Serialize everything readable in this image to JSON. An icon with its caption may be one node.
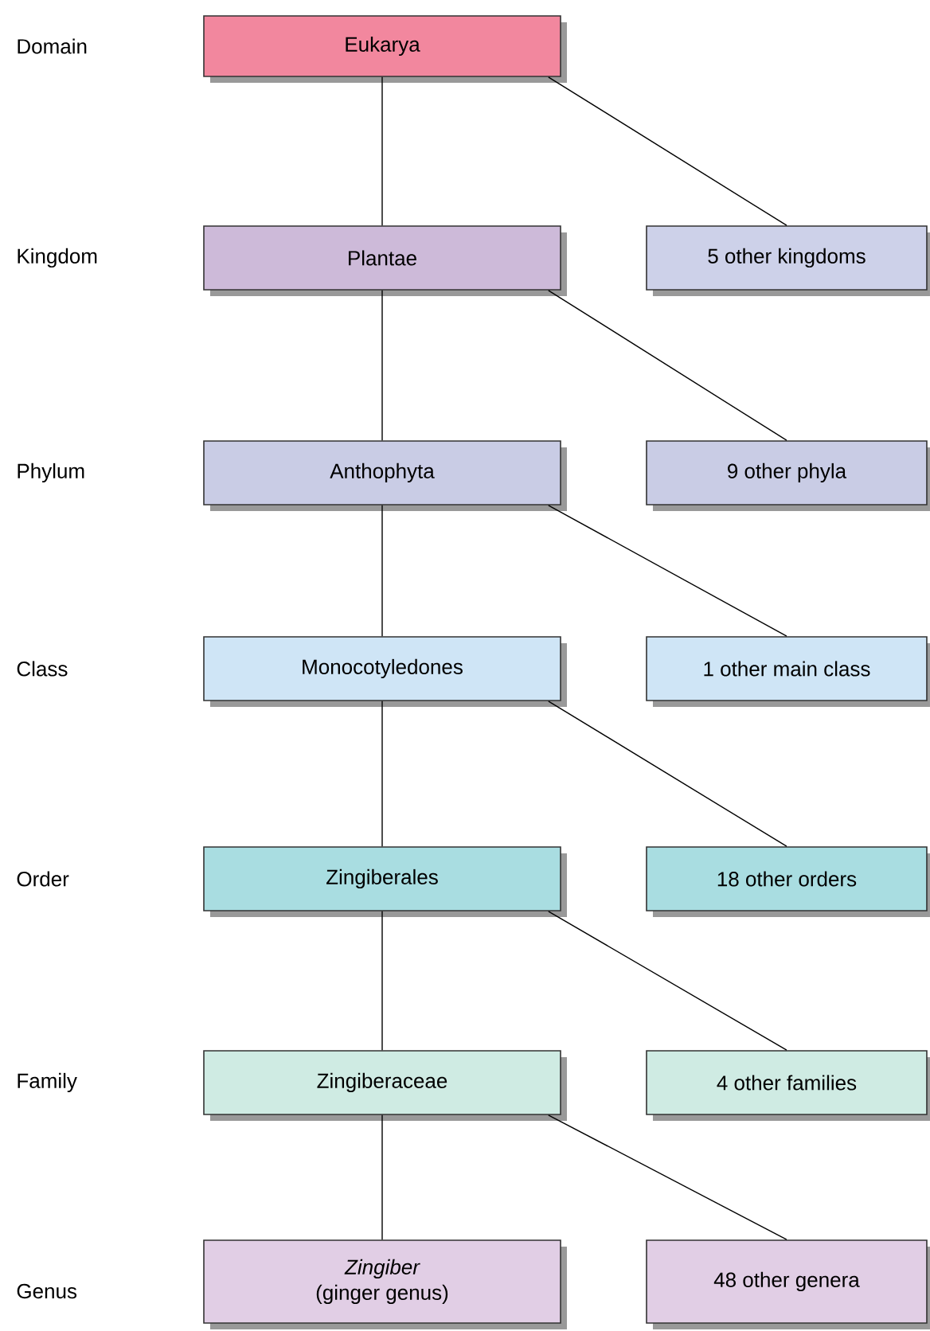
{
  "diagram": {
    "nodes": [
      {
        "text": [
          "Eukarya"
        ]
      },
      {
        "text": [
          "Plantae"
        ]
      },
      {
        "text": [
          "5 other kingdoms"
        ]
      },
      {
        "text": [
          "Anthophyta"
        ]
      },
      {
        "text": [
          "9 other phyla"
        ]
      },
      {
        "text": [
          "Monocotyledones"
        ]
      },
      {
        "text": [
          "1 other main class"
        ]
      },
      {
        "text": [
          "Zingiberales"
        ]
      },
      {
        "text": [
          "18 other orders"
        ]
      },
      {
        "text": [
          "Zingiberaceae"
        ]
      },
      {
        "text": [
          "4 other families"
        ]
      },
      {
        "text": [
          "Zingiber",
          "(ginger genus)"
        ]
      },
      {
        "text": [
          "48 other genera"
        ]
      }
    ],
    "edges": [
      {
        "from": 0,
        "to": 1,
        "arrow": "none"
      },
      {
        "from": 0,
        "to": 2,
        "arrow": "none"
      },
      {
        "from": 1,
        "to": 3,
        "arrow": "none"
      },
      {
        "from": 1,
        "to": 4,
        "arrow": "none"
      },
      {
        "from": 3,
        "to": 5,
        "arrow": "none"
      },
      {
        "from": 3,
        "to": 6,
        "arrow": "none"
      },
      {
        "from": 5,
        "to": 7,
        "arrow": "none"
      },
      {
        "from": 5,
        "to": 8,
        "arrow": "none"
      },
      {
        "from": 7,
        "to": 9,
        "arrow": "none"
      },
      {
        "from": 7,
        "to": 10,
        "arrow": "none"
      },
      {
        "from": 9,
        "to": 11,
        "arrow": "none"
      },
      {
        "from": 9,
        "to": 12,
        "arrow": "none"
      }
    ],
    "labels": [
      "Domain",
      "Kingdom",
      "Phylum",
      "Class",
      "Order",
      "Family",
      "Genus"
    ]
  }
}
